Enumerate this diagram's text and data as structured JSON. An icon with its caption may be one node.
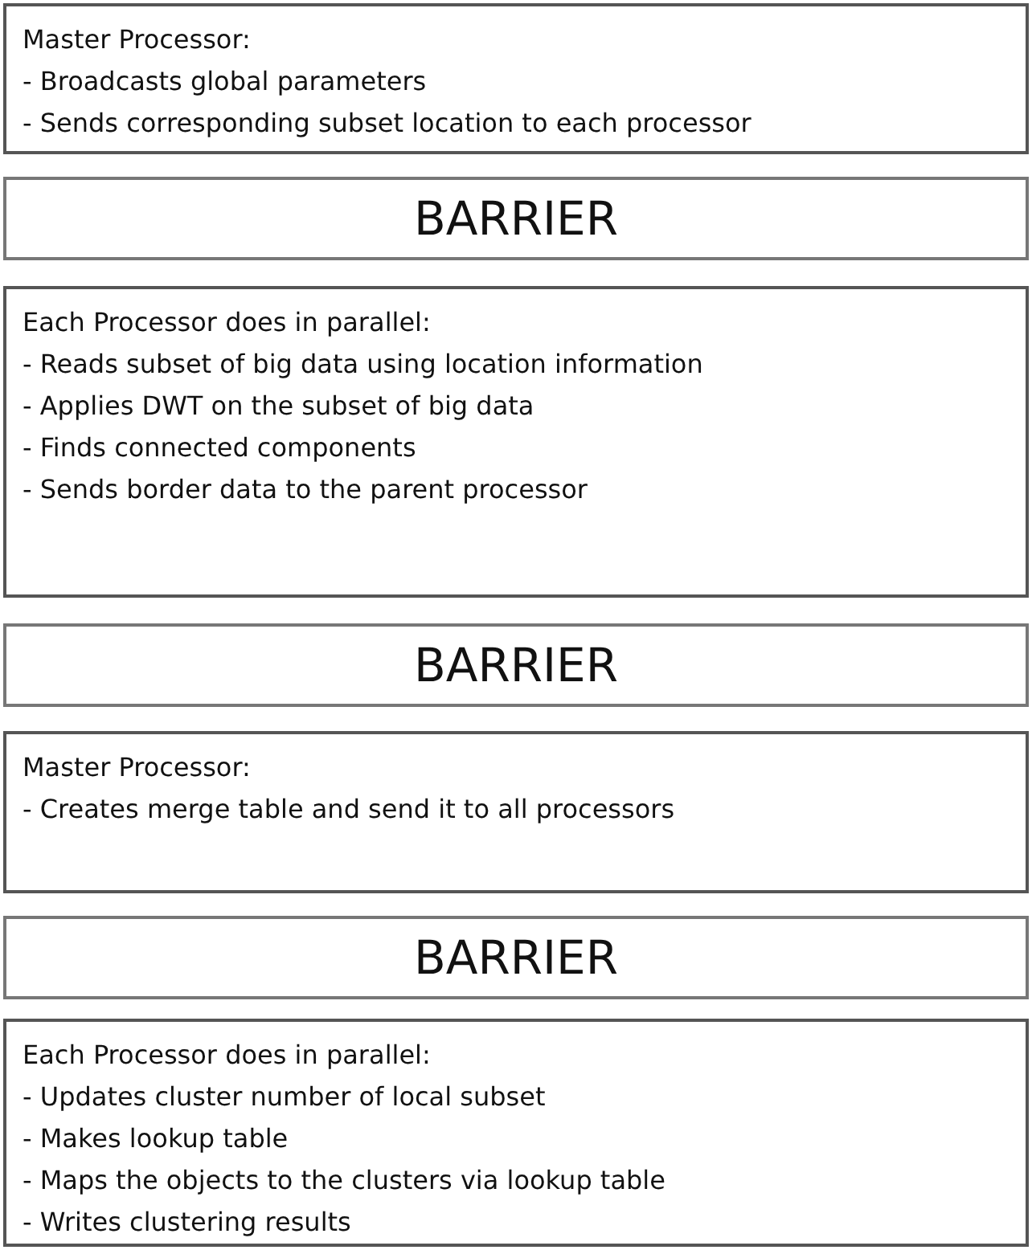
{
  "diagram": {
    "nodes": [
      {
        "text": [
          "Master Processor:",
          "- Broadcasts global parameters",
          "- Sends corresponding subset location to each processor"
        ]
      },
      {
        "text": [
          "BARRIER"
        ]
      },
      {
        "text": [
          "Each Processor does in parallel:",
          "- Reads subset of big data using location information",
          "- Applies DWT on the subset of big data",
          "- Finds connected components",
          "- Sends border data to the parent processor"
        ]
      },
      {
        "text": [
          "BARRIER"
        ]
      },
      {
        "text": [
          "Master Processor:",
          "- Creates merge table and send it to all processors"
        ]
      },
      {
        "text": [
          "BARRIER"
        ]
      },
      {
        "text": [
          "Each Processor does in parallel:",
          "- Updates cluster number of local subset",
          "- Makes lookup table",
          "- Maps the objects to the clusters via lookup table",
          "- Writes clustering results"
        ]
      }
    ]
  }
}
